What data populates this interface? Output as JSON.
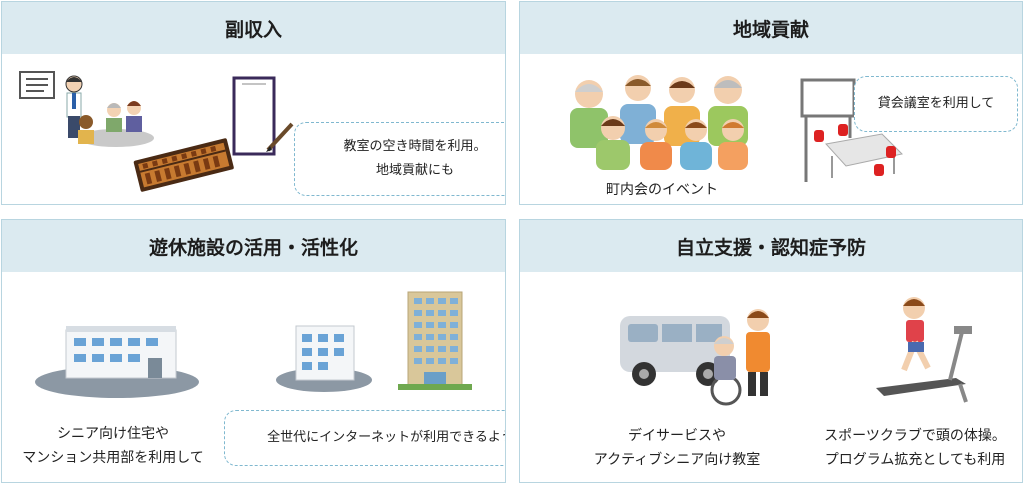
{
  "panels": {
    "side_income": {
      "title": "副収入",
      "bubble_lines": [
        "教室の空き時間を利用。",
        "地域貢献にも"
      ]
    },
    "community": {
      "title": "地域貢献",
      "caption_event": "町内会のイベント",
      "bubble": "貸会議室を利用して"
    },
    "idle_facility": {
      "title": "遊休施設の活用・活性化",
      "caption_lines": [
        "シニア向け住宅や",
        "マンション共用部を利用して"
      ],
      "bubble": "全世代にインターネットが利用できるように"
    },
    "independence": {
      "title": "自立支援・認知症予防",
      "caption_left_lines": [
        "デイサービスや",
        "アクティブシニア向け教室"
      ],
      "caption_right_lines": [
        "スポーツクラブで頭の体操。",
        "プログラム拡充としても利用"
      ]
    }
  },
  "colors": {
    "header_bg": "#dbeaf0",
    "border": "#b8d5e0",
    "bubble_border": "#7fb8cf"
  }
}
